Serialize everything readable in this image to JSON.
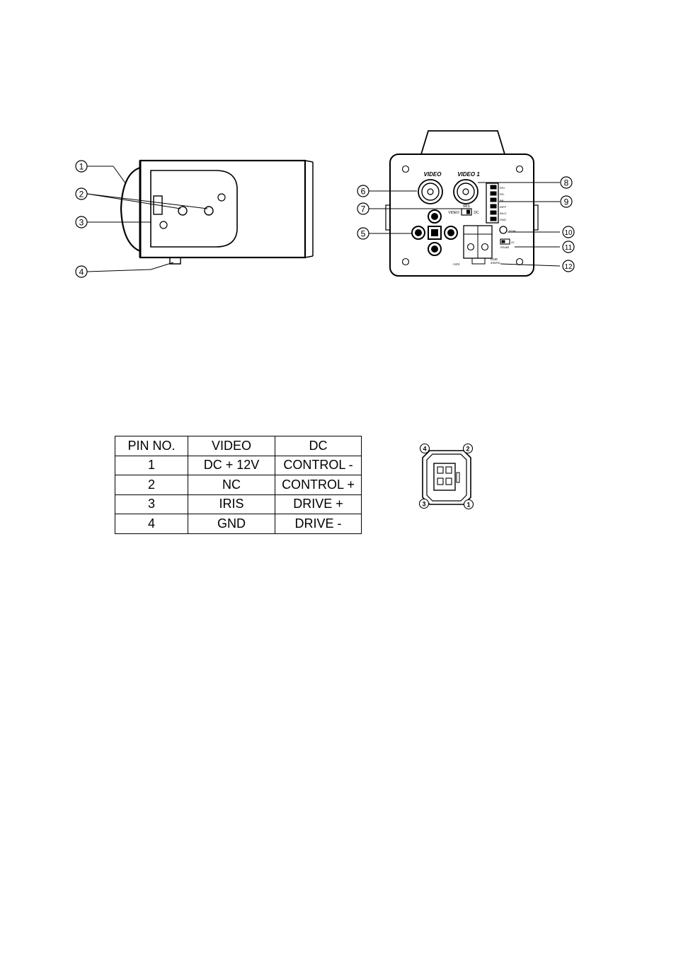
{
  "side_view": {
    "callouts": [
      "1",
      "2",
      "3",
      "4"
    ]
  },
  "rear_view": {
    "labels": {
      "video": "VIDEO",
      "video1": "VIDEO 1",
      "iris": "IRIS",
      "iris_video": "VIDEO",
      "iris_dc": "DC",
      "terminal_labels": [
        "RS+",
        "RS-",
        "BR",
        "INFP",
        "INLO",
        "GND"
      ],
      "pow": "POW",
      "rs485": "RS485",
      "terminal_22": "22",
      "power_12v": "+12V",
      "power_24v": "24VAC",
      "power_gnd": "GND"
    },
    "callouts": [
      "6",
      "7",
      "5",
      "8",
      "9",
      "10",
      "11",
      "12"
    ]
  },
  "pin_table": {
    "headers": [
      "PIN NO.",
      "VIDEO",
      "DC"
    ],
    "rows": [
      [
        "1",
        "DC + 12V",
        "CONTROL -"
      ],
      [
        "2",
        "NC",
        "CONTROL +"
      ],
      [
        "3",
        "IRIS",
        "DRIVE +"
      ],
      [
        "4",
        "GND",
        "DRIVE -"
      ]
    ]
  },
  "connector": {
    "pin_labels": [
      "4",
      "2",
      "3",
      "1"
    ]
  }
}
